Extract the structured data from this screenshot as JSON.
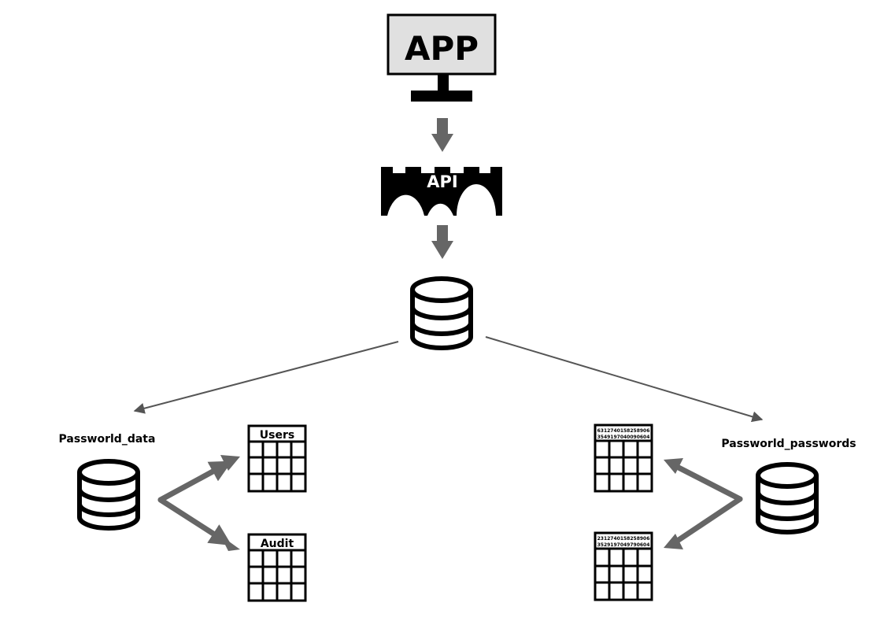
{
  "app": {
    "label": "APP"
  },
  "api": {
    "label": "API"
  },
  "db_left": {
    "label": "Passworld_data"
  },
  "db_right": {
    "label": "Passworld_passwords"
  },
  "tables": {
    "users": {
      "label": "Users"
    },
    "audit": {
      "label": "Audit"
    },
    "hash1": {
      "line1": "6312740158258906",
      "line2": "3549197040090604"
    },
    "hash2": {
      "line1": "2312740158258906",
      "line2": "3529197049790604"
    }
  },
  "colors": {
    "arrow": "#666666",
    "line": "#555555",
    "monitor_fill": "#e0e0e0"
  }
}
